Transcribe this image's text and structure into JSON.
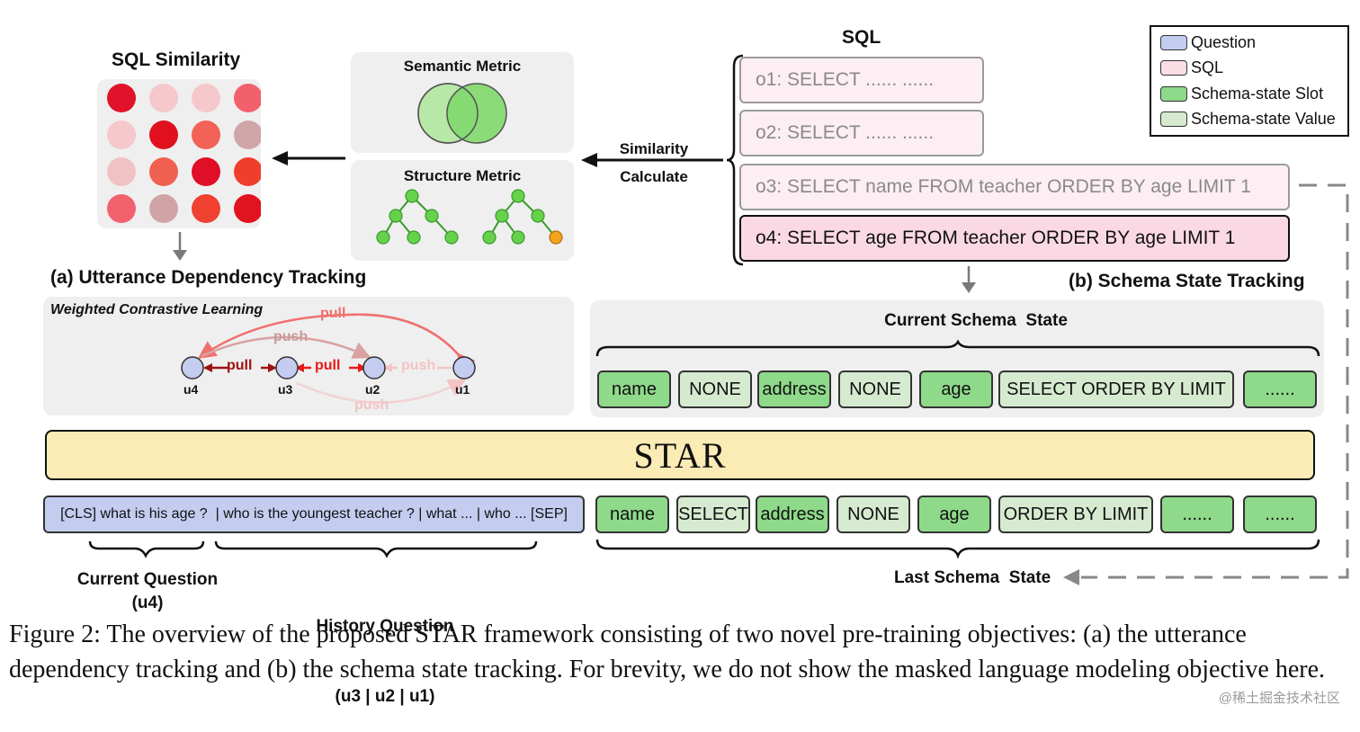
{
  "legend": {
    "items": [
      {
        "label": "Question",
        "color": "#c4ccf0"
      },
      {
        "label": "SQL",
        "color": "#fbdde6"
      },
      {
        "label": "Schema-state Slot",
        "color": "#8fd98a"
      },
      {
        "label": "Schema-state Value",
        "color": "#d6ead0"
      }
    ]
  },
  "sql_similarity": {
    "title": "SQL Similarity",
    "matrix_colors": [
      [
        "#e0132a",
        "#f5c8cc",
        "#f5c8cc",
        "#f2606c"
      ],
      [
        "#f5c8cc",
        "#e0101e",
        "#f26256",
        "#d0a5a7"
      ],
      [
        "#f0c2c4",
        "#f06050",
        "#e00e26",
        "#f03e2c"
      ],
      [
        "#f2626e",
        "#d0a4a6",
        "#f04030",
        "#e0131f"
      ]
    ]
  },
  "metrics": {
    "semantic_title": "Semantic Metric",
    "structure_title": "Structure Metric"
  },
  "similarity_label": {
    "line1": "Similarity",
    "line2": "Calculate"
  },
  "sql": {
    "title": "SQL",
    "items": [
      {
        "text": "o1: SELECT ...... ......",
        "active": false
      },
      {
        "text": "o2: SELECT ...... ......",
        "active": false
      },
      {
        "text": "o3: SELECT name FROM teacher ORDER BY age LIMIT 1",
        "active": false
      },
      {
        "text": "o4: SELECT age FROM teacher ORDER BY age LIMIT 1",
        "active": true
      }
    ]
  },
  "utterance": {
    "title": "(a) Utterance Dependency Tracking",
    "subtitle": "Weighted Contrastive Learning",
    "nodes": [
      "u4",
      "u3",
      "u2",
      "u1"
    ],
    "labels": {
      "pull_top": "pull",
      "push_top": "push",
      "pull_a": "pull",
      "pull_b": "pull",
      "push_mid": "push",
      "push_bottom": "push"
    }
  },
  "schema": {
    "title": "(b) Schema State Tracking",
    "current_title": "Current Schema  State",
    "current_tokens": [
      {
        "text": "name",
        "kind": "slot"
      },
      {
        "text": "NONE",
        "kind": "value"
      },
      {
        "text": "address",
        "kind": "slot"
      },
      {
        "text": "NONE",
        "kind": "value"
      },
      {
        "text": "age",
        "kind": "slot"
      },
      {
        "text": "SELECT ORDER BY LIMIT",
        "kind": "value"
      },
      {
        "text": "......",
        "kind": "slot"
      }
    ],
    "last_tokens": [
      {
        "text": "name",
        "kind": "slot"
      },
      {
        "text": "SELECT",
        "kind": "value"
      },
      {
        "text": "address",
        "kind": "slot"
      },
      {
        "text": "NONE",
        "kind": "value"
      },
      {
        "text": "age",
        "kind": "slot"
      },
      {
        "text": "ORDER BY LIMIT",
        "kind": "value"
      },
      {
        "text": "......",
        "kind": "slot"
      },
      {
        "text": "......",
        "kind": "slot"
      }
    ],
    "last_title": "Last Schema  State"
  },
  "star": {
    "name": "STAR"
  },
  "question_input": "[CLS] what is his age ?  | who is the youngest teacher ? | what ... | who ... [SEP]",
  "current_question": {
    "line1": "Current Question",
    "line2": "(u4)"
  },
  "history_question": {
    "line1": "History Question",
    "line2": "(u3 | u2 | u1)"
  },
  "caption": "Figure 2: The overview of the proposed STAR framework consisting of two novel pre-training objectives: (a) the utterance dependency tracking and (b) the schema state tracking. For brevity, we do not show the masked language modeling objective here.",
  "watermark": "@稀土掘金技术社区"
}
